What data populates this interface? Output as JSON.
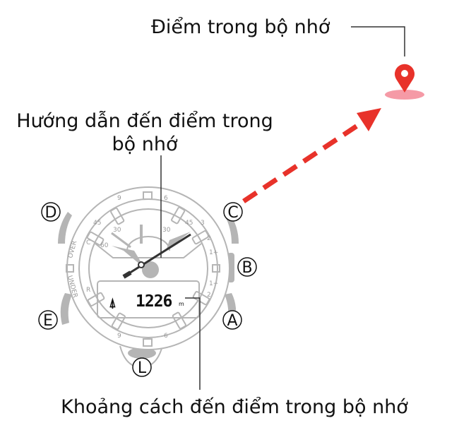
{
  "labels": {
    "memory_point": "Điểm trong bộ nhớ",
    "direction_line1": "Hướng dẫn đến điểm trong",
    "direction_line2": "bộ nhớ",
    "distance": "Khoảng cách đến điểm trong bộ nhớ"
  },
  "buttons": {
    "a": "A",
    "b": "B",
    "c": "C",
    "d": "D",
    "e": "E",
    "l": "L"
  },
  "watch": {
    "display_value": "1226",
    "display_unit": "m",
    "dial_marks": {
      "n9": "9",
      "n6": "6",
      "n45": "45",
      "n30": "30",
      "n60": "60",
      "c": "C",
      "r": "R",
      "over": "OVER",
      "under": "UNDER",
      "n3": "3",
      "n2": "2",
      "n1p": "1+",
      "n1m": "1−"
    }
  },
  "colors": {
    "arrow": "#e8322a",
    "pin": "#e8322a",
    "pin_shadow": "#f59aa6",
    "watch": "#b5b5b5"
  }
}
